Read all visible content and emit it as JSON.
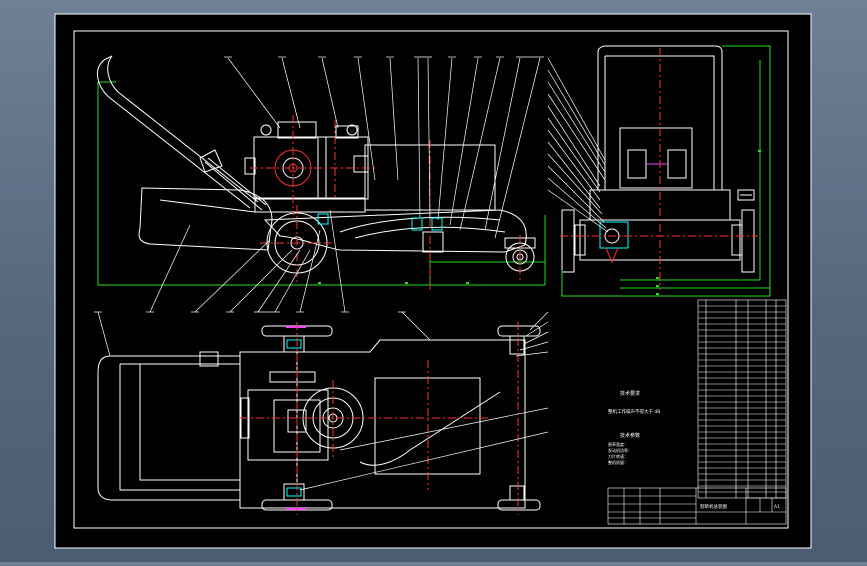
{
  "colors": {
    "background": "#5a6b82",
    "paper": "#000000",
    "border": "#ffffff",
    "green": "#22dd22",
    "red": "#ff3030",
    "cyan": "#00ffff",
    "magenta": "#ff40ff",
    "yellow": "#ffff00"
  },
  "notes": {
    "heading": "技术要求",
    "line1": "整机工作噪声不得大于 dB",
    "heading2": "技术参数",
    "params": [
      "割草宽度：",
      "发动机功率：",
      "刀片转速：",
      "整机质量："
    ]
  },
  "title_block": {
    "name": "割草机总装图",
    "scale": "A1"
  }
}
